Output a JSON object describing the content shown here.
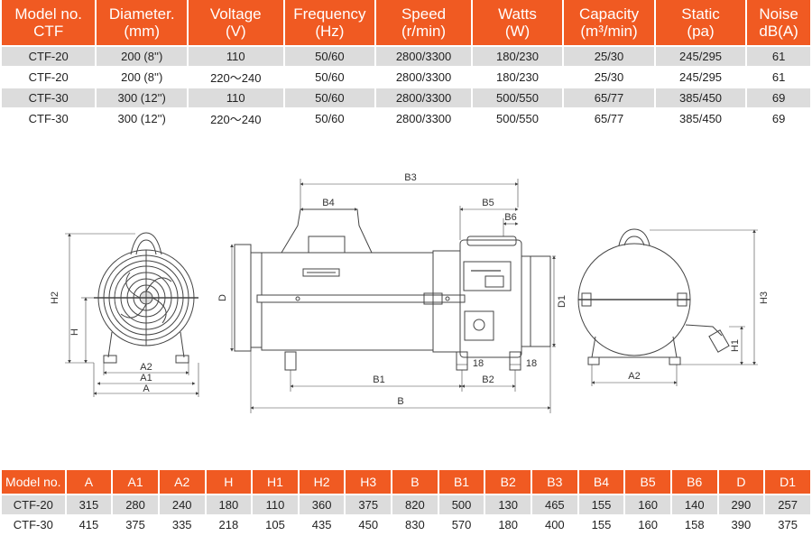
{
  "spec_table": {
    "headers": [
      {
        "l1": "Model no.",
        "l2": "CTF"
      },
      {
        "l1": "Diameter.",
        "l2": "(mm)"
      },
      {
        "l1": "Voltage",
        "l2": "(V)"
      },
      {
        "l1": "Frequency",
        "l2": "(Hz)"
      },
      {
        "l1": "Speed",
        "l2": "(r/min)"
      },
      {
        "l1": "Watts",
        "l2": "(W)"
      },
      {
        "l1": "Capacity",
        "l2": "(m³/min)"
      },
      {
        "l1": "Static",
        "l2": "(pa)"
      },
      {
        "l1": "Noise",
        "l2": "dB(A)"
      }
    ],
    "rows": [
      [
        "CTF-20",
        "200 (8'')",
        "110",
        "50/60",
        "2800/3300",
        "180/230",
        "25/30",
        "245/295",
        "61"
      ],
      [
        "CTF-20",
        "200 (8'')",
        "220～240",
        "50/60",
        "2800/3300",
        "180/230",
        "25/30",
        "245/295",
        "61"
      ],
      [
        "CTF-30",
        "300 (12'')",
        "110",
        "50/60",
        "2800/3300",
        "500/550",
        "65/77",
        "385/450",
        "69"
      ],
      [
        "CTF-30",
        "300 (12'')",
        "220～240",
        "50/60",
        "2800/3300",
        "500/550",
        "65/77",
        "385/450",
        "69"
      ]
    ]
  },
  "drawing_labels": {
    "front": {
      "h2": "H2",
      "h": "H",
      "a2": "A2",
      "a1": "A1",
      "a": "A"
    },
    "side": {
      "b3": "B3",
      "b4": "B4",
      "b5": "B5",
      "b6": "B6",
      "d": "D",
      "d1": "D1",
      "b1": "B1",
      "b2": "B2",
      "b": "B",
      "n18a": "18",
      "n18b": "18"
    },
    "rear": {
      "h3": "H3",
      "h1": "H1",
      "a2": "A2"
    }
  },
  "dim_table": {
    "headers": [
      "Model no.",
      "A",
      "A1",
      "A2",
      "H",
      "H1",
      "H2",
      "H3",
      "B",
      "B1",
      "B2",
      "B3",
      "B4",
      "B5",
      "B6",
      "D",
      "D1"
    ],
    "rows": [
      [
        "CTF-20",
        "315",
        "280",
        "240",
        "180",
        "110",
        "360",
        "375",
        "820",
        "500",
        "130",
        "465",
        "155",
        "160",
        "140",
        "290",
        "257"
      ],
      [
        "CTF-30",
        "415",
        "375",
        "335",
        "218",
        "105",
        "435",
        "450",
        "830",
        "570",
        "180",
        "400",
        "155",
        "160",
        "158",
        "390",
        "375"
      ]
    ]
  },
  "colors": {
    "header_bg": "#f05a22",
    "row_alt_bg": "#dcdcdc"
  }
}
